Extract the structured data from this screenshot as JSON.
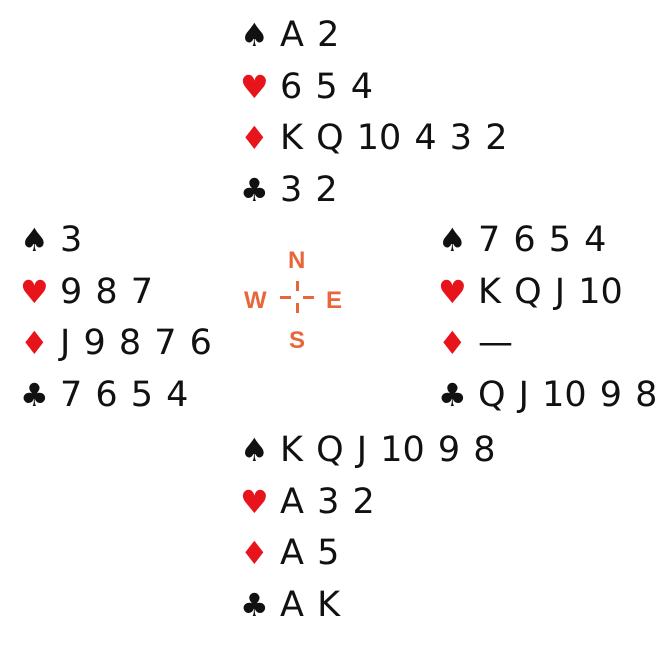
{
  "hands": {
    "north": {
      "spades": "A 2",
      "hearts": "6 5 4",
      "diamonds": "K Q 10 4 3 2",
      "clubs": "3 2"
    },
    "west": {
      "spades": "3",
      "hearts": "9 8 7",
      "diamonds": "J 9 8 7 6",
      "clubs": "7 6 5 4"
    },
    "east": {
      "spades": "7 6 5 4",
      "hearts": "K Q J 10",
      "diamonds": "—",
      "clubs": "Q J 10 9 8"
    },
    "south": {
      "spades": "K Q J 10 9 8",
      "hearts": "A 3 2",
      "diamonds": "A 5",
      "clubs": "A K"
    }
  },
  "suits": {
    "spades": "♠",
    "hearts": "♥",
    "diamonds": "♦",
    "clubs": "♣"
  },
  "compass": {
    "n": "N",
    "e": "E",
    "s": "S",
    "w": "W"
  },
  "colors": {
    "red": "#e8141c",
    "compass": "#e8663a"
  }
}
